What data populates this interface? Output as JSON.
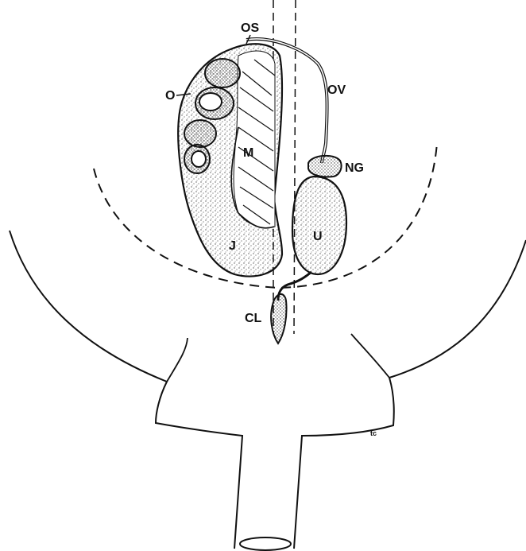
{
  "colors": {
    "ink": "#111111",
    "stipple": "#555555",
    "paper": "#ffffff"
  },
  "labels": {
    "os": "OS",
    "o": "O",
    "ov": "OV",
    "m": "M",
    "ng": "NG",
    "j": "J",
    "u": "U",
    "cl": "CL",
    "mark": "tc"
  }
}
